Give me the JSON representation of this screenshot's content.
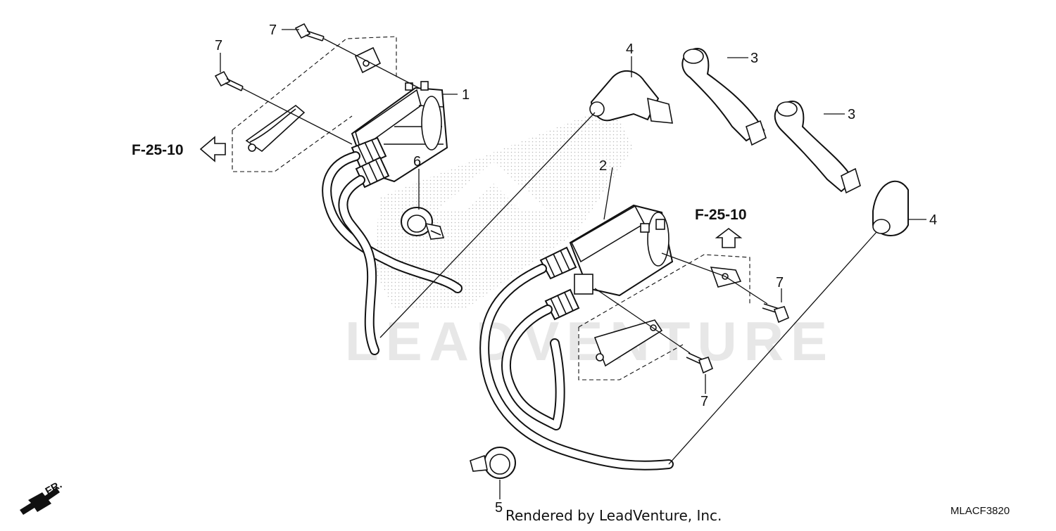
{
  "diagram": {
    "watermark": "LEADVENTURE",
    "callouts": {
      "p1": "1",
      "p2": "2",
      "p3a": "3",
      "p3b": "3",
      "p4a": "4",
      "p4b": "4",
      "p5": "5",
      "p6": "6",
      "p7a": "7",
      "p7b": "7",
      "p7c": "7",
      "p7d": "7"
    },
    "references": {
      "left": "F-25-10",
      "right": "F-25-10"
    },
    "front_label": "FR.",
    "credit": "Rendered by LeadVenture, Inc.",
    "code": "MLACF3820"
  }
}
